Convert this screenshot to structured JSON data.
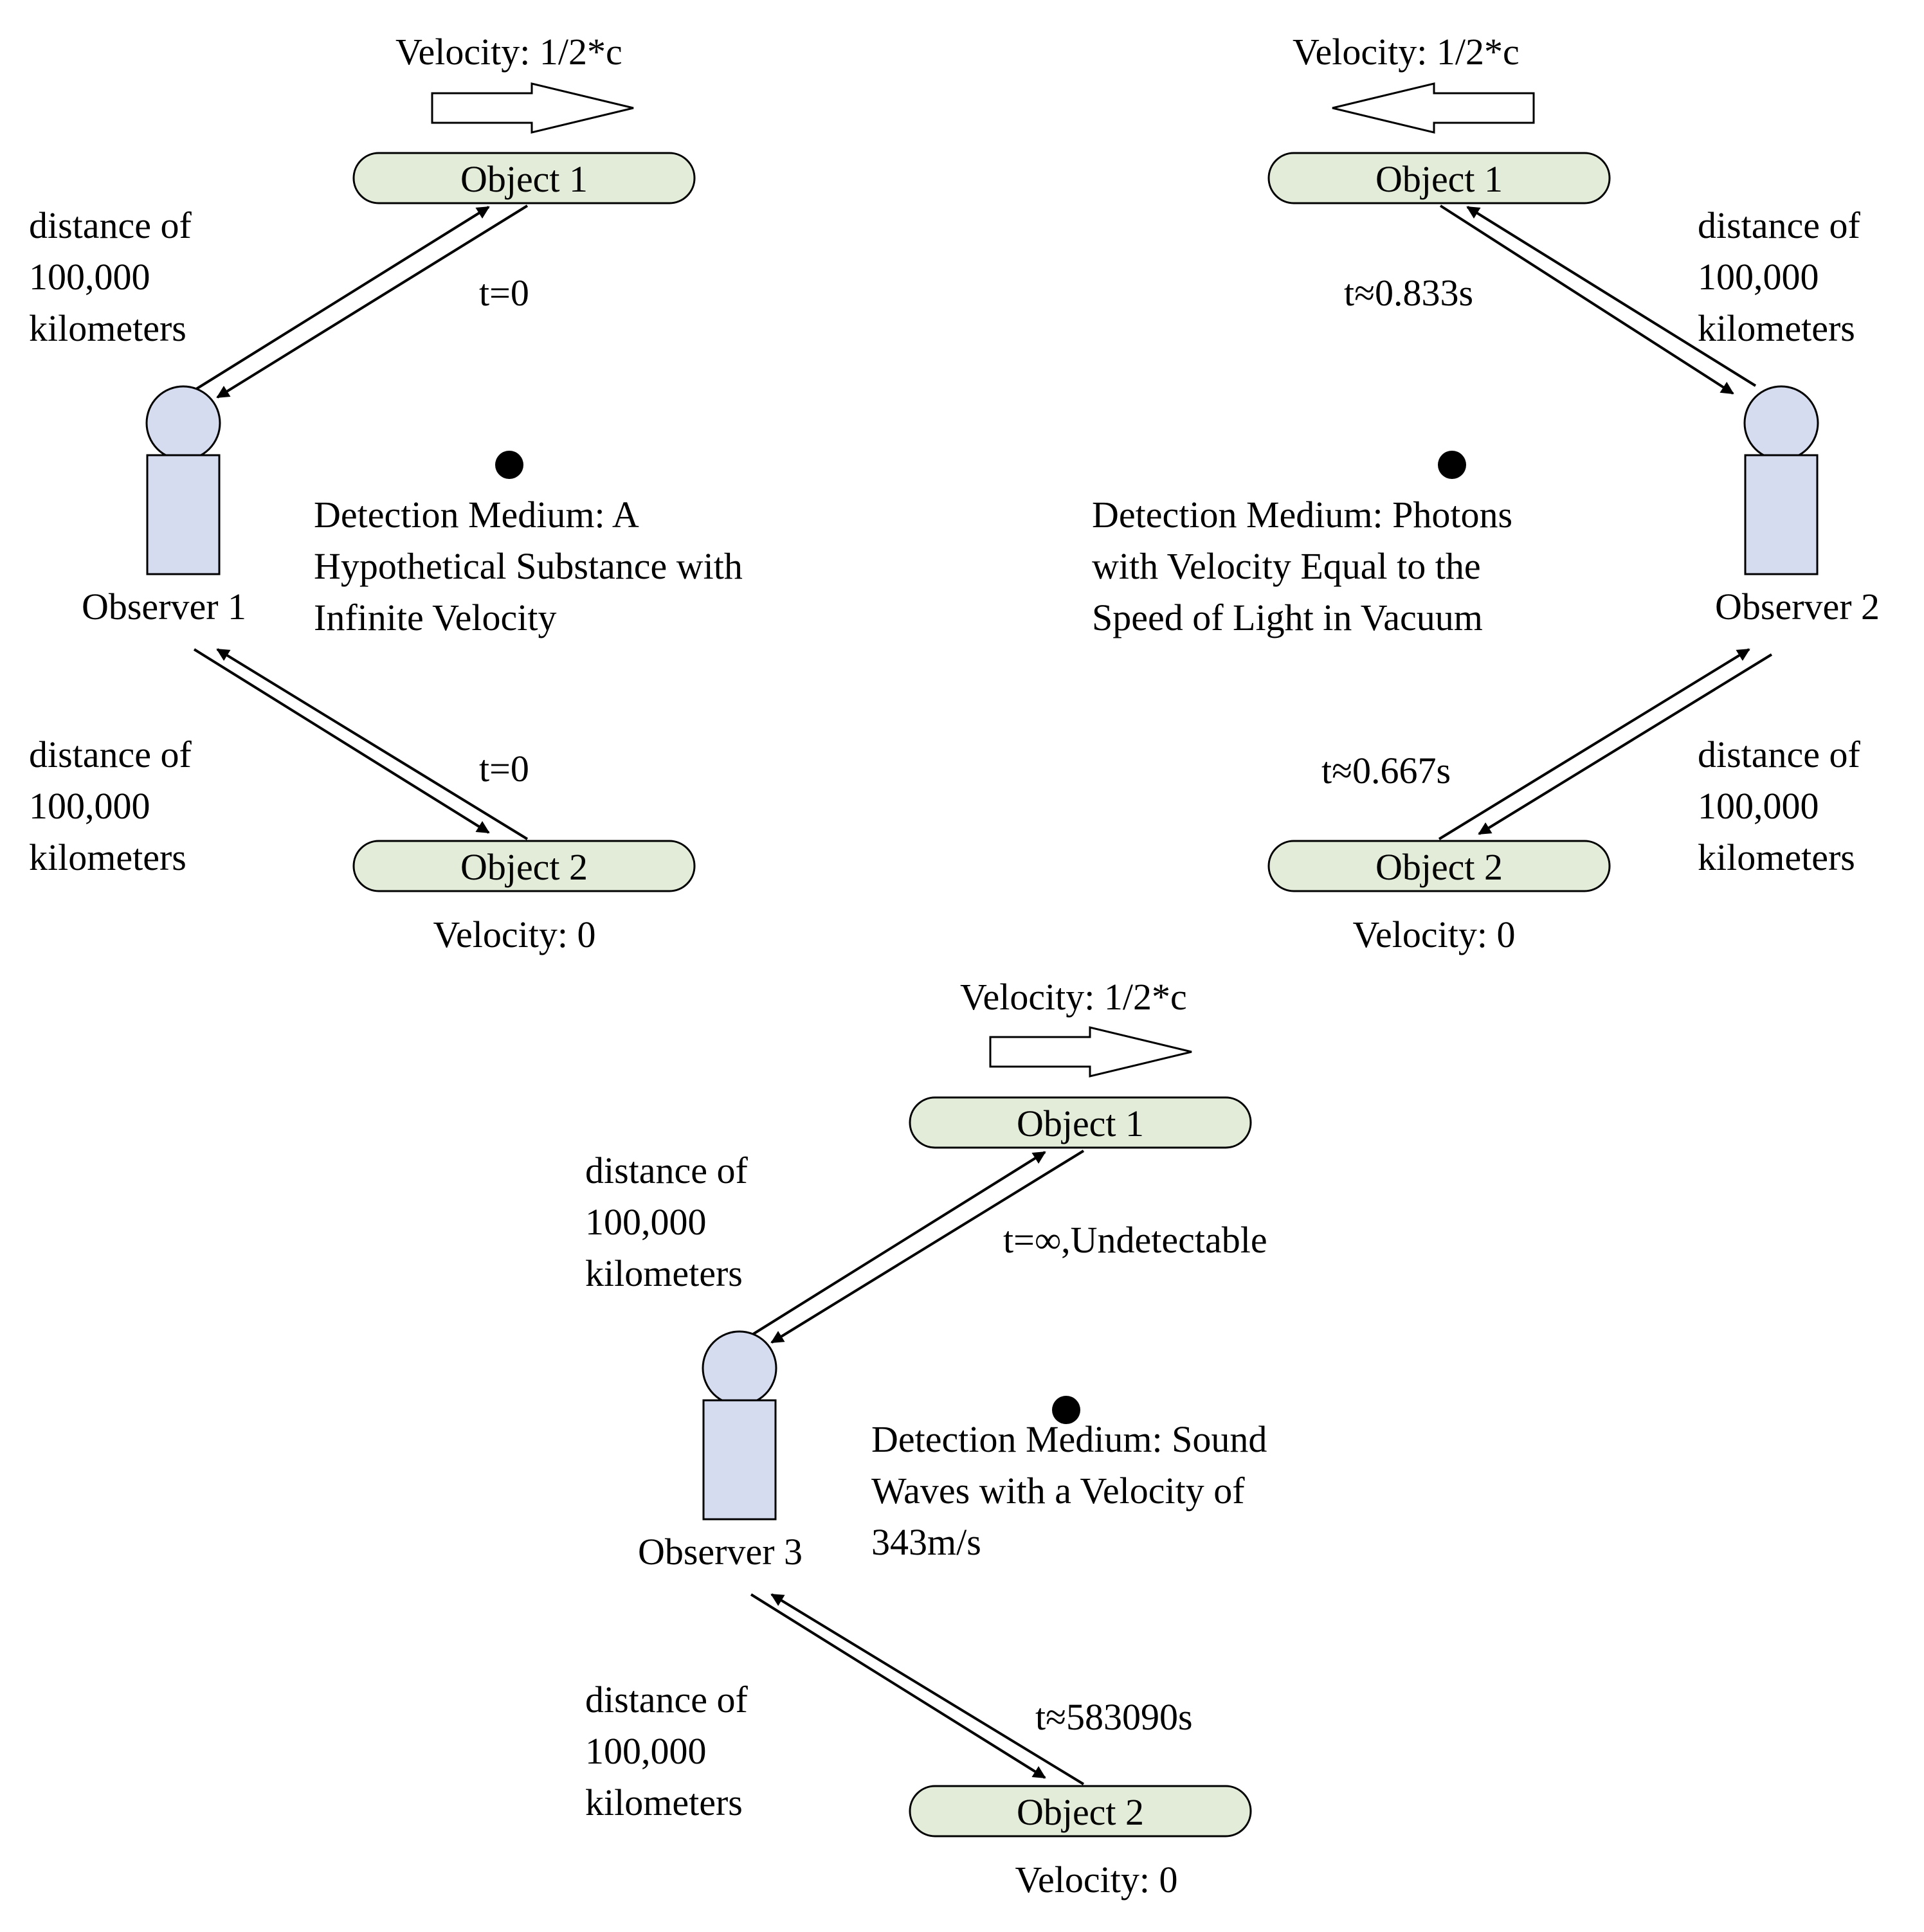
{
  "panels": [
    {
      "velocity_top": "Velocity: 1/2*c",
      "velocity_bottom": "Velocity: 0",
      "object1": "Object 1",
      "object2": "Object 2",
      "observer": "Observer 1",
      "time_top": "t=0",
      "time_bottom": "t=0",
      "distance_top": [
        "distance of",
        "100,000",
        "kilometers"
      ],
      "distance_bottom": [
        "distance of",
        "100,000",
        "kilometers"
      ],
      "medium": [
        "Detection Medium: A",
        "Hypothetical Substance with",
        "Infinite Velocity"
      ]
    },
    {
      "velocity_top": "Velocity: 1/2*c",
      "velocity_bottom": "Velocity: 0",
      "object1": "Object 1",
      "object2": "Object 2",
      "observer": "Observer 2",
      "time_top": "t≈0.833s",
      "time_bottom": "t≈0.667s",
      "distance_top": [
        "distance of",
        "100,000",
        "kilometers"
      ],
      "distance_bottom": [
        "distance of",
        "100,000",
        "kilometers"
      ],
      "medium": [
        "Detection Medium: Photons",
        "with Velocity Equal to the",
        "Speed of Light in Vacuum"
      ]
    },
    {
      "velocity_top": "Velocity: 1/2*c",
      "velocity_bottom": "Velocity: 0",
      "object1": "Object 1",
      "object2": "Object 2",
      "observer": "Observer 3",
      "time_top": "t=∞,Undetectable",
      "time_bottom": "t≈583090s",
      "distance_top": [
        "distance of",
        "100,000",
        "kilometers"
      ],
      "distance_bottom": [
        "distance of",
        "100,000",
        "kilometers"
      ],
      "medium": [
        "Detection Medium: Sound",
        "Waves with a Velocity of",
        "343m/s"
      ]
    }
  ],
  "colors": {
    "object_fill": "#e2ecd8",
    "observer_fill": "#d6dcf0",
    "stroke": "#000000"
  }
}
